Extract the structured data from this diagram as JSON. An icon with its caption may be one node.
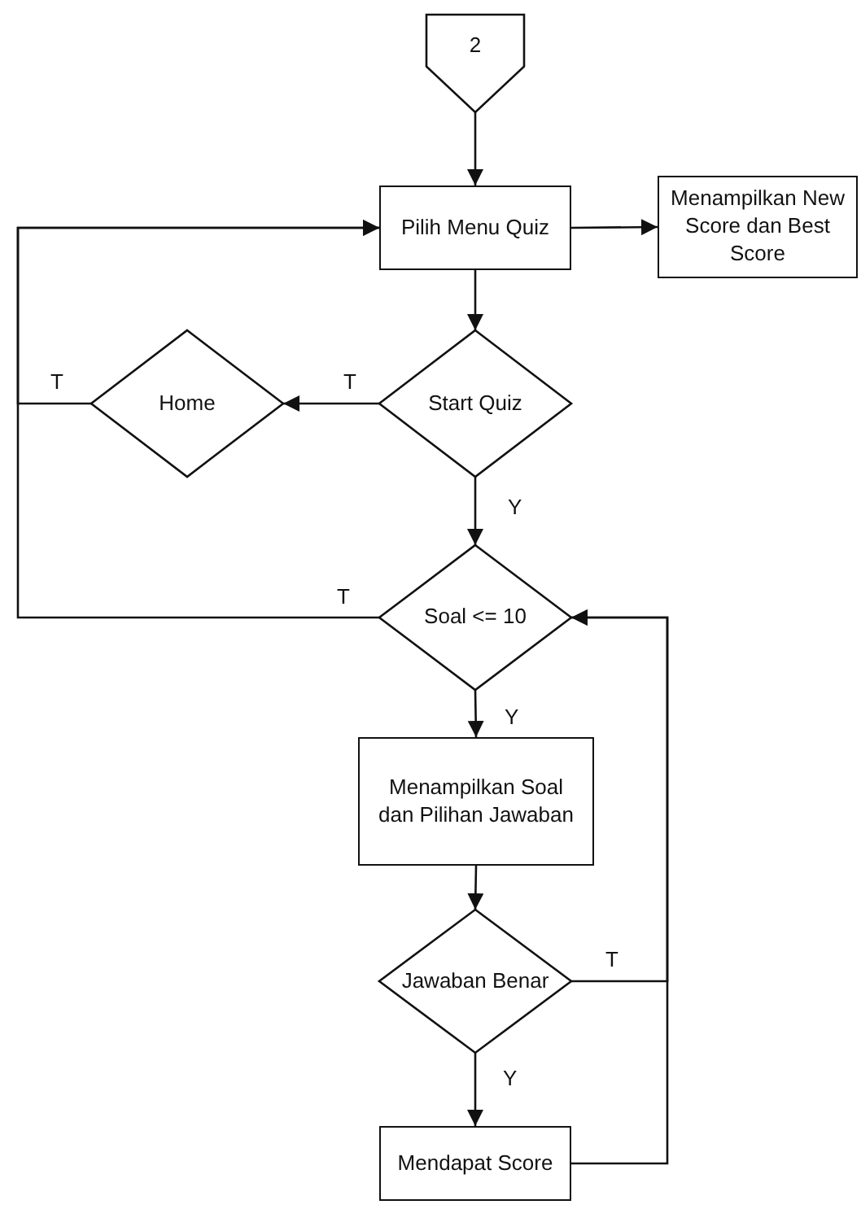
{
  "diagram": {
    "nodes": [
      {
        "text": [
          "2"
        ]
      },
      {
        "text": [
          "Pilih Menu Quiz"
        ]
      },
      {
        "text": [
          "Menampilkan New Score dan Best Score"
        ]
      },
      {
        "text": [
          "Start Quiz"
        ]
      },
      {
        "text": [
          "Home"
        ]
      },
      {
        "text": [
          "Soal <= 10"
        ]
      },
      {
        "text": [
          "Menampilkan Soal dan Pilihan Jawaban"
        ]
      },
      {
        "text": [
          "Jawaban Benar"
        ]
      },
      {
        "text": [
          "Mendapat Score"
        ]
      }
    ],
    "edges": [
      {
        "from": 0,
        "to": 1,
        "arrow": "to"
      },
      {
        "from": 1,
        "to": 2,
        "arrow": "to"
      },
      {
        "from": 1,
        "to": 3,
        "arrow": "to"
      },
      {
        "from": 3,
        "to": 4,
        "arrow": "to",
        "label": "T"
      },
      {
        "from": 4,
        "to": 1,
        "arrow": "to",
        "label": "T"
      },
      {
        "from": 3,
        "to": 5,
        "arrow": "to",
        "label": "Y"
      },
      {
        "from": 5,
        "to": 1,
        "arrow": "to",
        "label": "T"
      },
      {
        "from": 5,
        "to": 6,
        "arrow": "to",
        "label": "Y"
      },
      {
        "from": 6,
        "to": 7,
        "arrow": "to"
      },
      {
        "from": 7,
        "to": 5,
        "arrow": "to",
        "label": "T"
      },
      {
        "from": 7,
        "to": 8,
        "arrow": "to",
        "label": "Y"
      },
      {
        "from": 8,
        "to": 5,
        "arrow": "to"
      }
    ]
  }
}
